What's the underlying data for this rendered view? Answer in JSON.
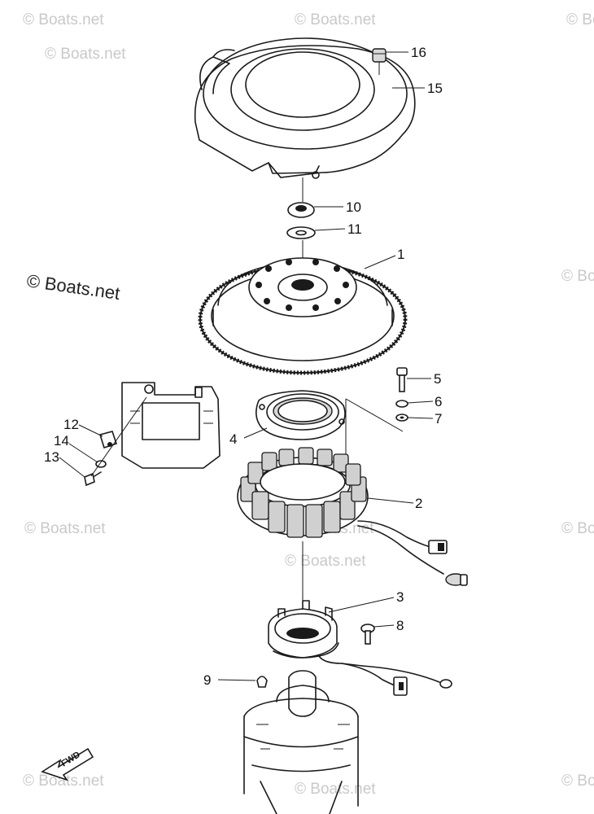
{
  "watermarks": {
    "text": "© Boats.net",
    "strong": "© Boats.net"
  },
  "fwd_arrow": {
    "label": "FWD"
  },
  "callouts": {
    "c1": "1",
    "c2": "2",
    "c3": "3",
    "c4": "4",
    "c5": "5",
    "c6": "6",
    "c7": "7",
    "c8": "8",
    "c9": "9",
    "c10": "10",
    "c11": "11",
    "c12": "12",
    "c13": "13",
    "c14": "14",
    "c15": "15",
    "c16": "16"
  }
}
